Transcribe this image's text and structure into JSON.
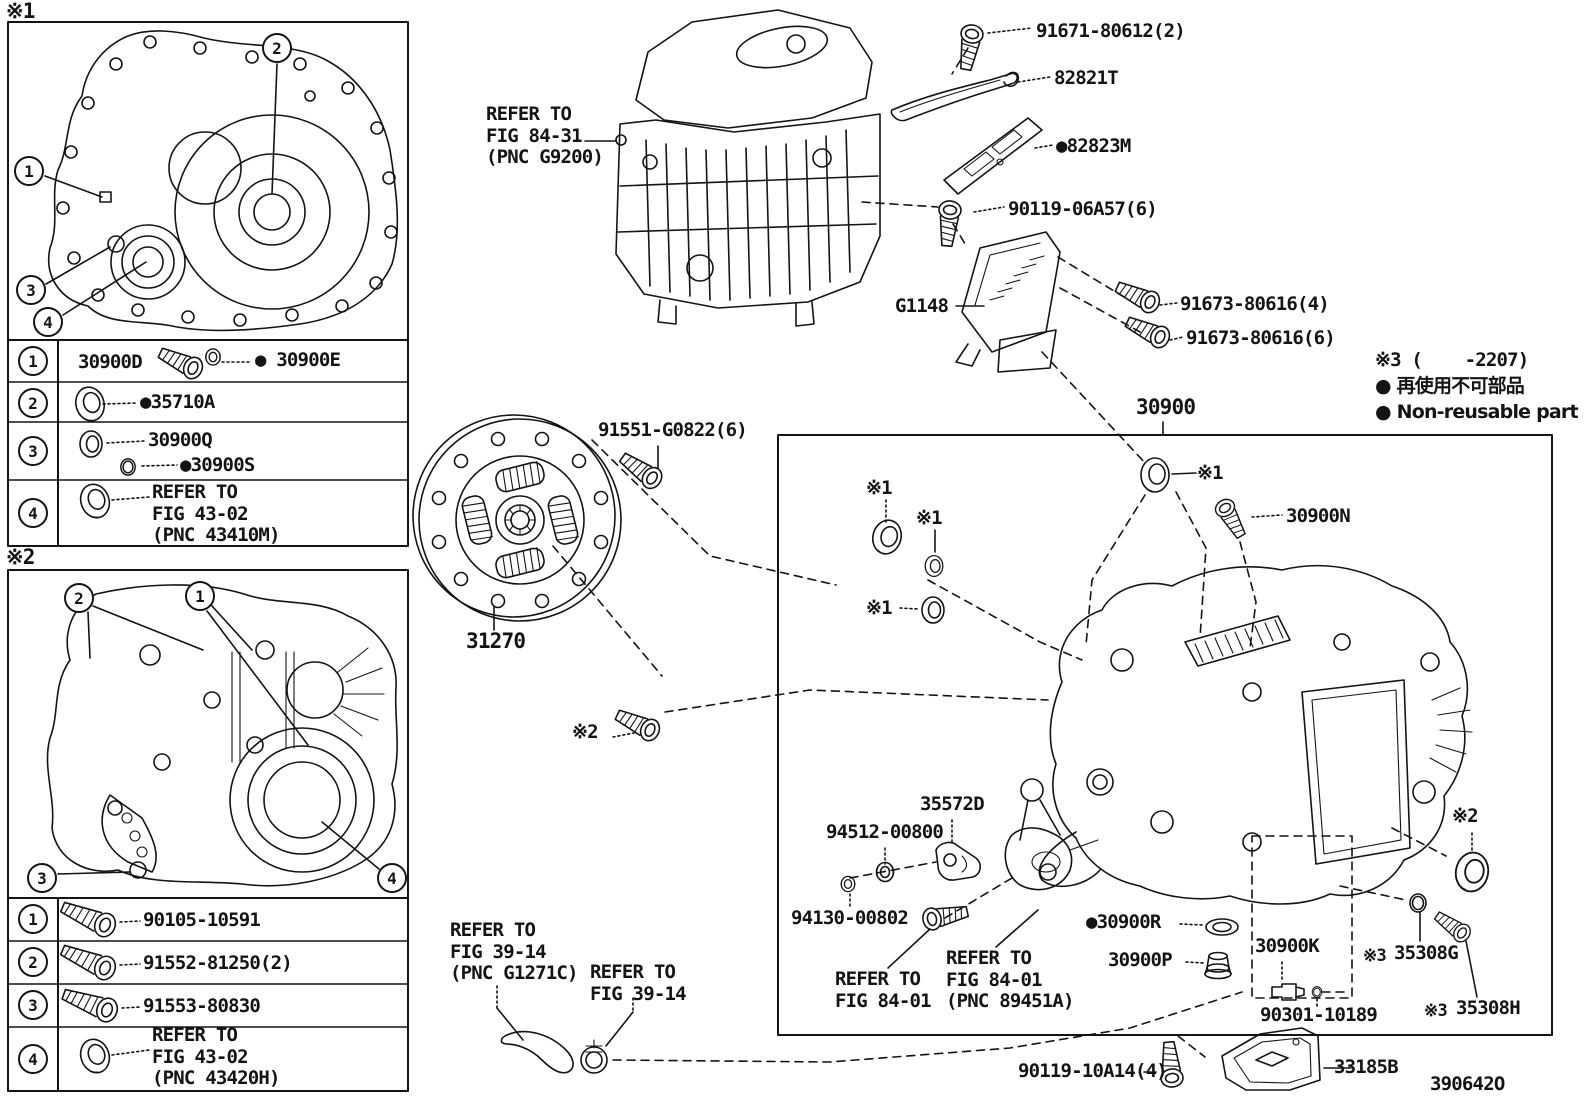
{
  "marks": {
    "m1": "※1",
    "m2": "※2",
    "m3": "※3"
  },
  "header_note": {
    "line1": "※3 (    -2207)",
    "jp": "● 再使用不可部品",
    "en": "● Non-reusable part"
  },
  "drawing_no": "390642O",
  "callouts": {
    "c1": "1",
    "c2": "2",
    "c3": "3",
    "c4": "4"
  },
  "callout_tables": {
    "t1": {
      "r1": {
        "a": "30900D",
        "b": "● 30900E"
      },
      "r2": {
        "a": "●35710A"
      },
      "r3": {
        "a": "30900Q",
        "b": "●30900S"
      },
      "r4": {
        "a": "REFER TO\nFIG 43-02\n(PNC 43410M)"
      }
    },
    "t2": {
      "r1": {
        "a": "90105-10591"
      },
      "r2": {
        "a": "91552-81250(2)"
      },
      "r3": {
        "a": "91553-80830"
      },
      "r4": {
        "a": "REFER TO\nFIG 43-02\n(PNC 43420H)"
      }
    }
  },
  "parts": {
    "p91671": "91671-80612(2)",
    "p82821t": "82821T",
    "p82823m": "●82823M",
    "p90119a": "90119-06A57(6)",
    "g1148": "G1148",
    "p91673a": "91673-80616(4)",
    "p91673b": "91673-80616(6)",
    "p30900": "30900",
    "p30900n": "30900N",
    "p91551": "91551-G0822(6)",
    "p31270": "31270",
    "p35572d": "35572D",
    "p94512": "94512-00800",
    "p94130": "94130-00802",
    "p30900r": "●30900R",
    "p30900p": "30900P",
    "p30900k": "30900K",
    "p90301": "90301-10189",
    "p35308g": "35308G",
    "p35308h": "35308H",
    "p33185b": "33185B",
    "p90119b": "90119-10A14(4)"
  },
  "refs": {
    "fig8431": "REFER TO\nFIG 84-31\n(PNC G9200)",
    "fig8401": "REFER TO\nFIG 84-01",
    "fig8401p": "REFER TO\nFIG 84-01\n(PNC 89451A)",
    "fig3914p": "REFER TO\nFIG 39-14\n(PNC G1271C)",
    "fig3914": "REFER TO\nFIG 39-14"
  }
}
